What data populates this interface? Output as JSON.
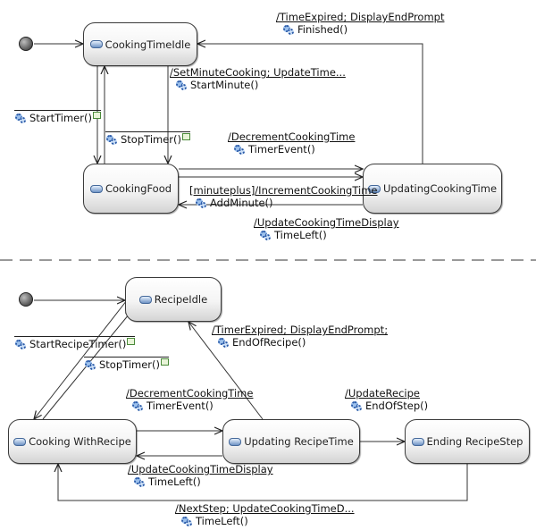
{
  "states": {
    "cooking_time_idle": "CookingTimeIdle",
    "cooking_food": "CookingFood",
    "updating_cooking_time": "UpdatingCookingTime",
    "recipe_idle": "RecipeIdle",
    "cooking_with_recipe": "Cooking WithRecipe",
    "updating_recipe_time": "Updating RecipeTime",
    "ending_recipe_step": "Ending RecipeStep"
  },
  "transitions": {
    "t_finished": {
      "action": "/TimeExpired; DisplayEndPrompt",
      "event": "Finished()"
    },
    "t_start_min": {
      "action": "/SetMinuteCooking; UpdateTime...",
      "event": "StartMinute()"
    },
    "t_start_timer": {
      "action": "",
      "event": "StartTimer()"
    },
    "t_stop_timer": {
      "action": "",
      "event": "StopTimer()"
    },
    "t_timer_event": {
      "action": "/DecrementCookingTime",
      "event": "TimerEvent()"
    },
    "t_add_minute": {
      "action": "[minuteplus]/IncrementCookingTime",
      "event": "AddMinute()"
    },
    "t_time_left": {
      "action": "/UpdateCookingTimeDisplay",
      "event": "TimeLeft()"
    },
    "r_start_recipe_timer": {
      "action": "",
      "event": "StartRecipeTimer()"
    },
    "r_stop_timer": {
      "action": "",
      "event": "StopTimer()"
    },
    "r_end_of_recipe": {
      "action": "/TimerExpired; DisplayEndPrompt;",
      "event": "EndOfRecipe()"
    },
    "r_timer_event": {
      "action": "/DecrementCookingTime",
      "event": "TimerEvent()"
    },
    "r_end_of_step": {
      "action": "/UpdateRecipe",
      "event": "EndOfStep()"
    },
    "r_time_left": {
      "action": "/UpdateCookingTimeDisplay",
      "event": "TimeLeft()"
    },
    "r_next_step": {
      "action": "/NextStep; UpdateCookingTimeD...",
      "event": "TimeLeft()"
    }
  },
  "colors": {
    "line": "#3a3a3a",
    "border": "#3a3a3a",
    "gear": "#2a5aa8"
  },
  "icons": {
    "state": "state-chip-icon",
    "event": "gear-event-icon",
    "guard": "guard-flag-icon"
  }
}
